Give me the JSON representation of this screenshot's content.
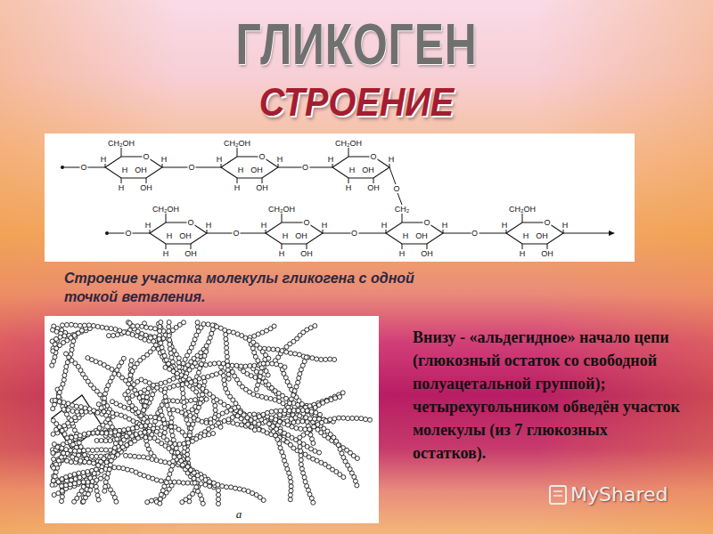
{
  "diagram": {
    "title": "ГЛИКОГЕН",
    "caption": "Строение участка молекулы гликогена с одной точкой ветвления.",
    "labels": [
      "СТРОЕНИЕ",
      "CH₂OH",
      "H",
      "O",
      "H",
      "H",
      "OH",
      "H",
      "OH",
      "CH₂OH",
      "H",
      "O",
      "H",
      "H",
      "OH",
      "H",
      "OH",
      "CH₂OH",
      "H",
      "O",
      "H",
      "H",
      "OH",
      "H",
      "OH",
      "CH₂OH",
      "H",
      "O",
      "H",
      "H",
      "OH",
      "H",
      "OH",
      "CH₂OH",
      "H",
      "O",
      "H",
      "H",
      "OH",
      "H",
      "OH",
      "CH₂",
      "H",
      "O",
      "H",
      "H",
      "OH",
      "H",
      "OH",
      "CH₂OH",
      "H",
      "O",
      "H",
      "H",
      "OH",
      "H",
      "OH",
      "O",
      "O",
      "O",
      "O",
      "O",
      "O",
      "O",
      "O",
      "Внизу - «альдегидное» начало цепи (глюкозный остаток со свободной полуацетальной группой); четырехугольником обведён участок молекулы (из 7 глюкозных остатков).",
      "a",
      "MyShared"
    ]
  }
}
